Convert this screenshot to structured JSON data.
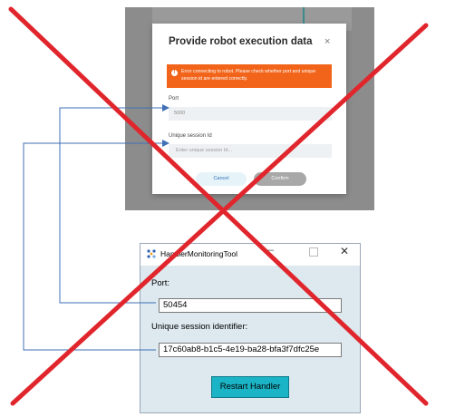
{
  "web_dialog": {
    "title": "Provide robot execution data",
    "close_glyph": "×",
    "error_message": "Error connecting to robot. Please check whether port and unique session id are entered correctly.",
    "port_label": "Port",
    "port_value": "5000",
    "session_label": "Unique session Id",
    "session_placeholder": "Enter unique session Id...",
    "cancel_label": "Cancel",
    "confirm_label": "Confirm"
  },
  "desktop_tool": {
    "window_title": "HandlerMonitoringTool",
    "port_label": "Port:",
    "port_value": "50454",
    "session_label": "Unique session identifier:",
    "session_value": "17c60ab8-b1c5-4e19-ba28-bfa3f7dfc25e",
    "restart_label": "Restart Handler"
  },
  "colors": {
    "error_banner": "#f26419",
    "cross_out": "#e0262c",
    "connector_lines": "#3f6fb5",
    "restart_button": "#1bb4c6"
  }
}
